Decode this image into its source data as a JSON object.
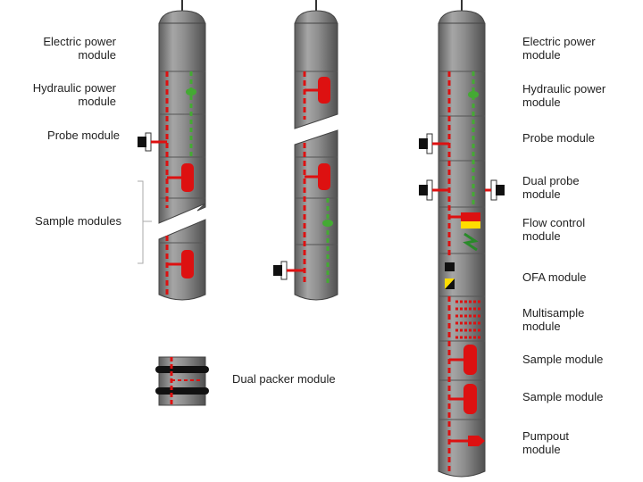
{
  "left_tool": {
    "labels": {
      "electric_power": "Electric power\nmodule",
      "hydraulic_power": "Hydraulic power\nmodule",
      "probe": "Probe module",
      "sample_modules": "Sample modules"
    }
  },
  "packer": {
    "label": "Dual packer module"
  },
  "right_tool": {
    "labels": {
      "electric_power": "Electric power\nmodule",
      "hydraulic_power": "Hydraulic power\nmodule",
      "probe": "Probe module",
      "dual_probe": "Dual probe\nmodule",
      "flow_control": "Flow control\nmodule",
      "ofa": "OFA module",
      "multisample": "Multisample\nmodule",
      "sample_1": "Sample module",
      "sample_2": "Sample module",
      "pumpout": "Pumpout\nmodule"
    }
  },
  "colors": {
    "body": "#8a8a8a",
    "flowline": "#dd1111",
    "hydraulic": "#44aa33",
    "sample_bottle": "#dd1111",
    "yellow": "#ffdd00",
    "probe_pad": "#111111"
  }
}
